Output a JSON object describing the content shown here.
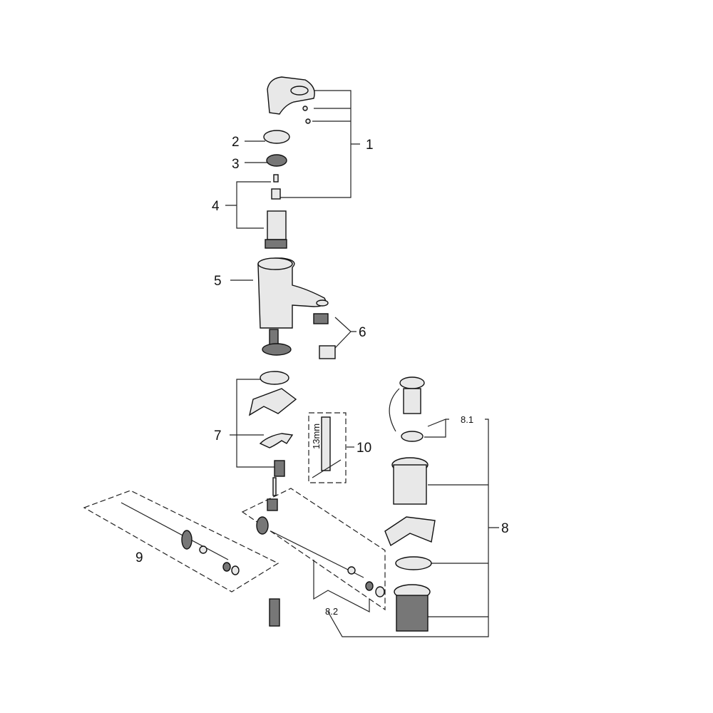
{
  "callouts": {
    "c1": "1",
    "c2": "2",
    "c3": "3",
    "c4": "4",
    "c5": "5",
    "c6": "6",
    "c7": "7",
    "c8": "8",
    "c81": "8.1",
    "c82": "8.2",
    "c9": "9",
    "c10": "10"
  },
  "tool_dimension": "13mm"
}
